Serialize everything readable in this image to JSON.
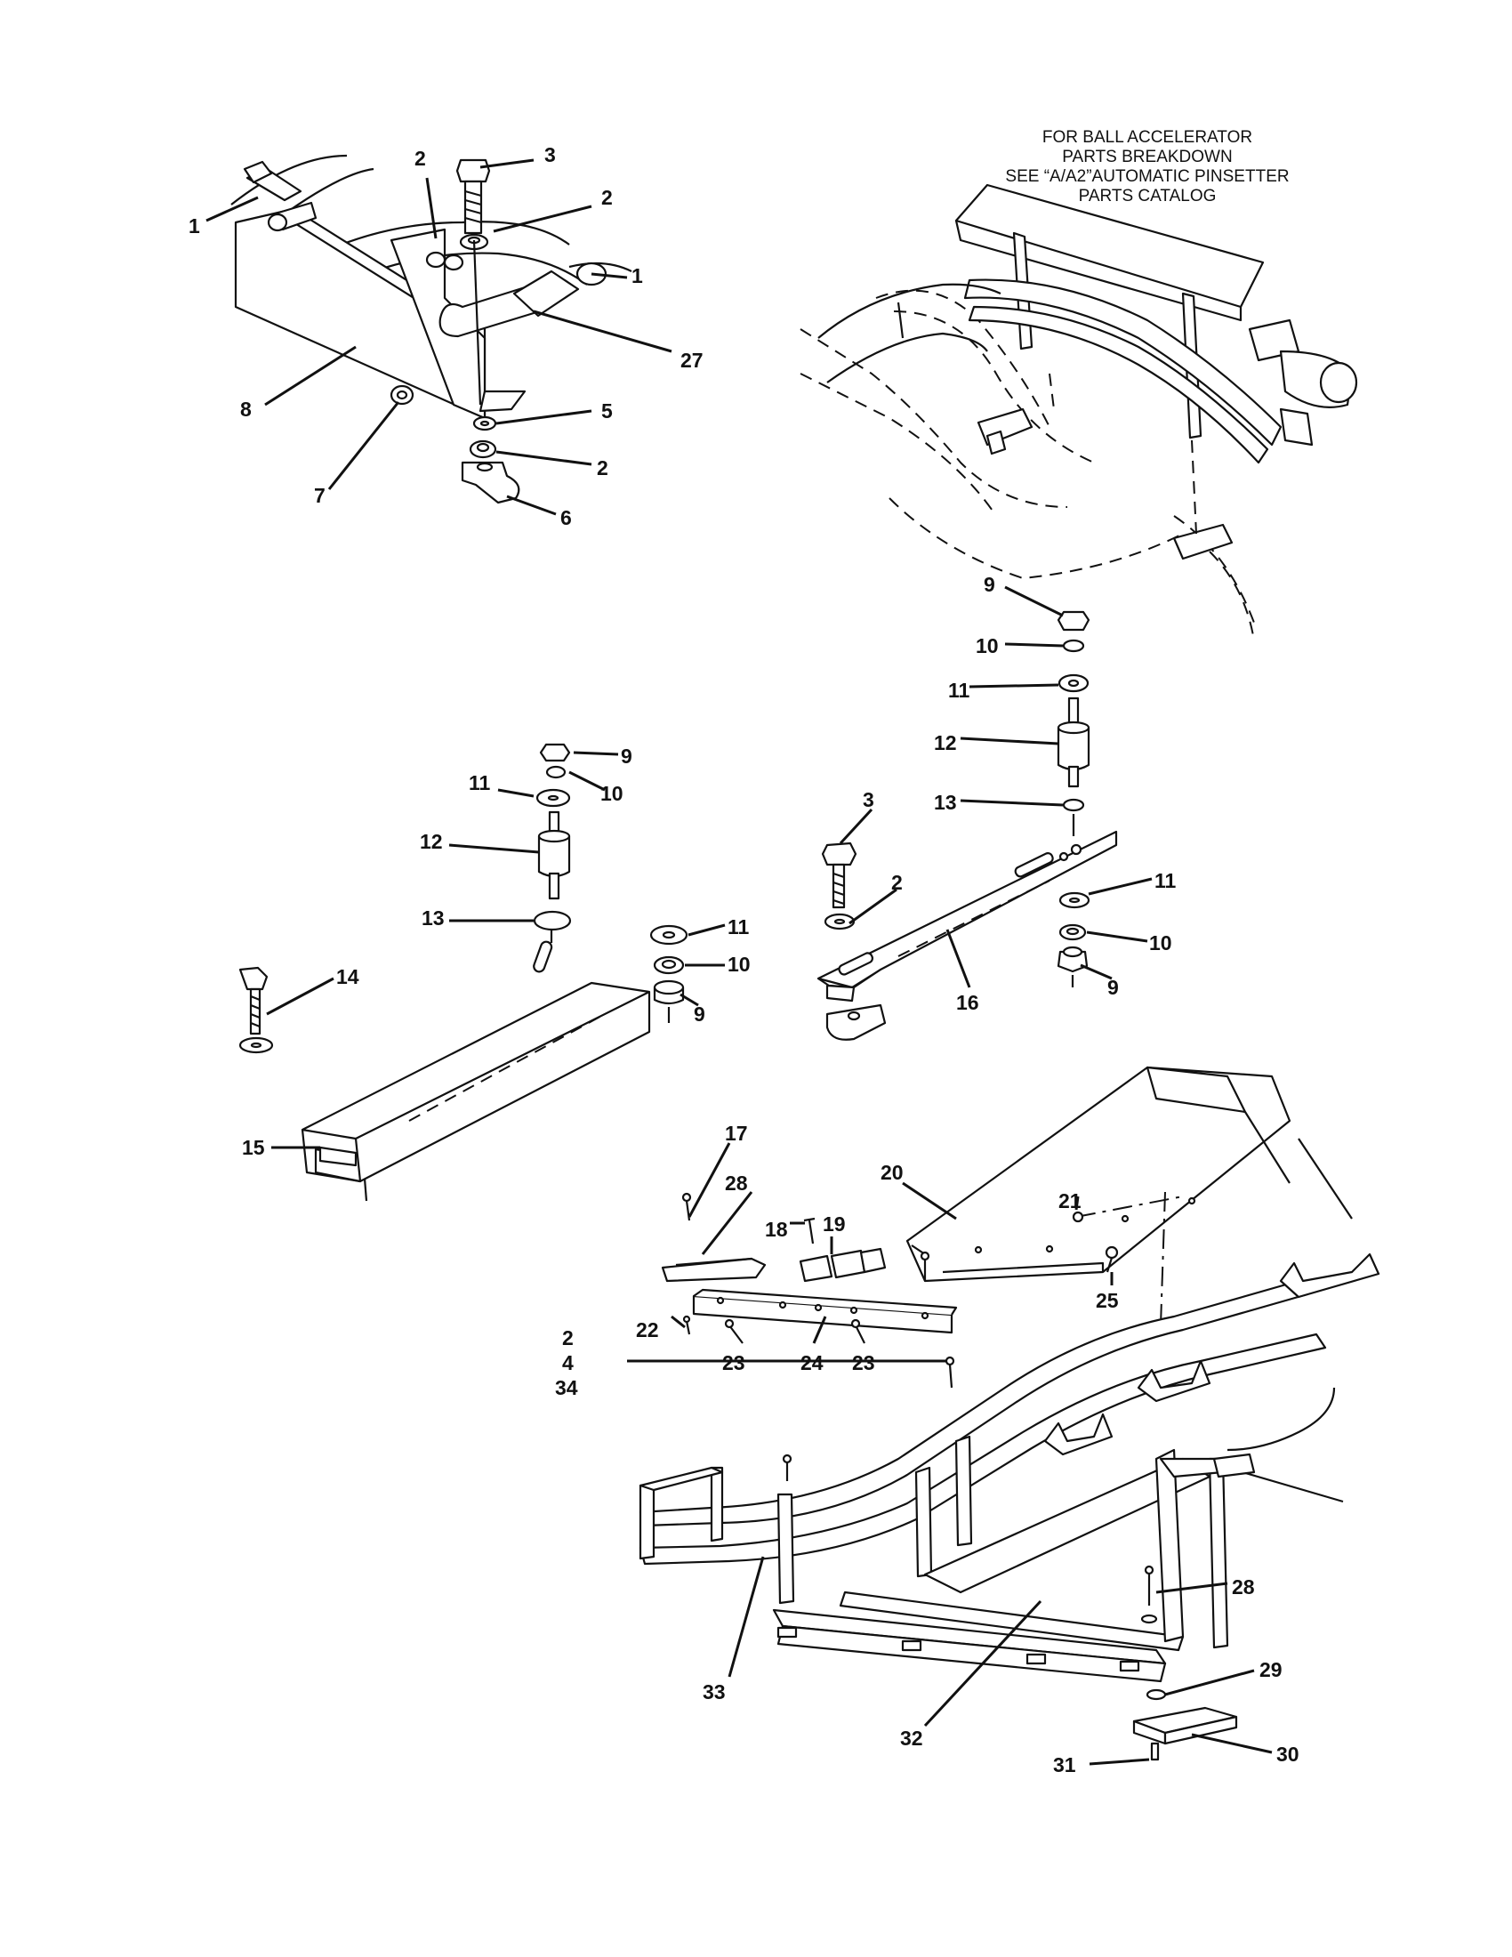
{
  "note": {
    "lines": [
      "FOR BALL ACCELERATOR",
      "PARTS BREAKDOWN",
      "SEE “A/A2”AUTOMATIC PINSETTER",
      "PARTS CATALOG"
    ]
  },
  "callouts": {
    "c1a": "1",
    "c2a": "2",
    "c3a": "3",
    "c2b": "2",
    "c1b": "1",
    "c27a": "27",
    "c8": "8",
    "c5": "5",
    "c7": "7",
    "c2c": "2",
    "c6": "6",
    "c9a": "9",
    "c10a": "10",
    "c11a": "11",
    "c12a": "12",
    "c13a": "13",
    "c3b": "3",
    "c2d": "2",
    "c11b": "11",
    "c10b": "10",
    "c9b": "9",
    "c16": "16",
    "c9c": "9",
    "c11c": "11",
    "c10c": "10",
    "c12b": "12",
    "c13b": "13",
    "c11d": "11",
    "c10d": "10",
    "c9d": "9",
    "c14": "14",
    "c15": "15",
    "c17": "17",
    "c28a": "28",
    "c20": "20",
    "c21": "21",
    "c18": "18",
    "c19": "19",
    "c25": "25",
    "c22": "22",
    "c23a": "23",
    "c24": "24",
    "c23b": "23",
    "c2e": "2",
    "c4": "4",
    "c34": "34",
    "c28b": "28",
    "c33": "33",
    "c32": "32",
    "c29": "29",
    "c30": "30",
    "c31": "31"
  }
}
